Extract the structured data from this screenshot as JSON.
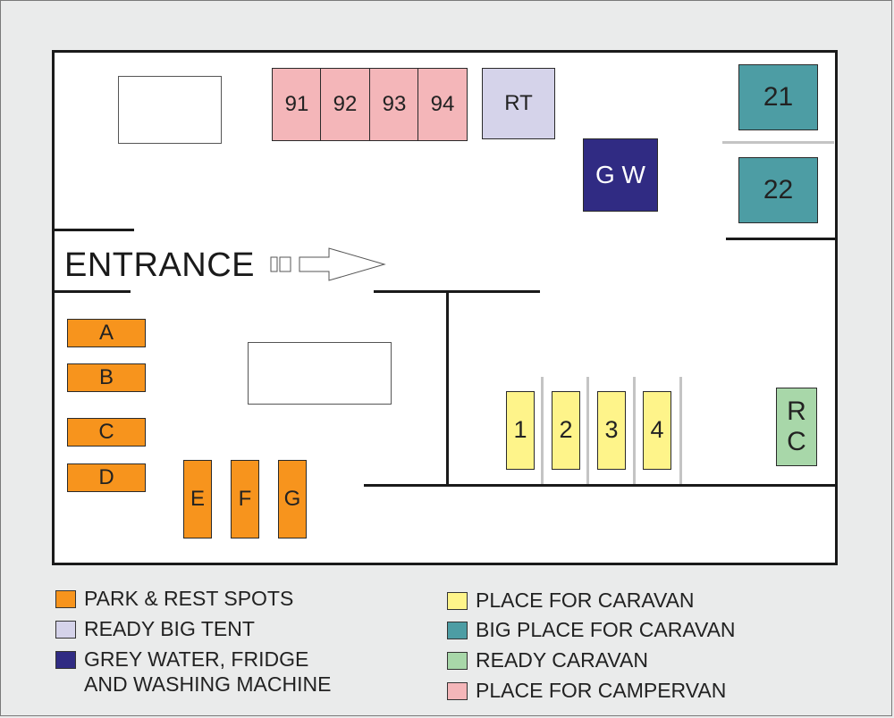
{
  "entrance": {
    "label": "ENTRANCE"
  },
  "spots": {
    "park": [
      "A",
      "B",
      "C",
      "D",
      "E",
      "F",
      "G"
    ],
    "campervan": [
      "91",
      "92",
      "93",
      "94"
    ],
    "ready_big_tent": "RT",
    "grey_water": "G W",
    "big_caravan": [
      "21",
      "22"
    ],
    "caravan": [
      "1",
      "2",
      "3",
      "4"
    ],
    "ready_caravan": "R\nC"
  },
  "legend": {
    "park": "PARK & REST SPOTS",
    "tent": "READY BIG TENT",
    "grey": "GREY WATER, FRIDGE\nAND WASHING MACHINE",
    "caravan": "PLACE FOR CARAVAN",
    "bigcaravan": "BIG PLACE FOR CARAVAN",
    "readycaravan": "READY CARAVAN",
    "camper": "PLACE FOR CAMPERVAN"
  },
  "colors": {
    "park": "#f7941d",
    "tent": "#d5d3ea",
    "grey": "#302b83",
    "caravan": "#fef48a",
    "bigcaravan": "#4d9da4",
    "readycaravan": "#a8d7a9",
    "camper": "#f4b6b9"
  }
}
